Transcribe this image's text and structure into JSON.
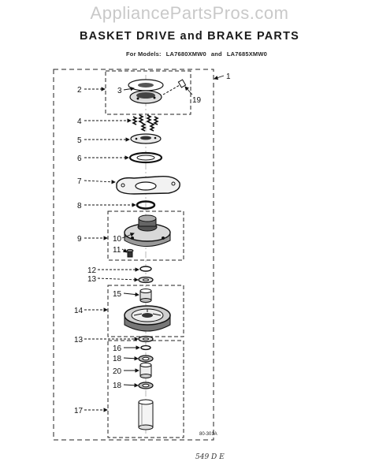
{
  "watermark": "AppliancePartsPros.com",
  "title": "BASKET DRIVE and BRAKE PARTS",
  "subtitle": {
    "prefix": "For Models:",
    "model_a": "LA7680XMW0",
    "joiner": "and",
    "model_b": "LA7685XMW0"
  },
  "callouts": {
    "c1": "1",
    "c2": "2",
    "c3": "3",
    "c4": "4",
    "c5": "5",
    "c6": "6",
    "c7": "7",
    "c8": "8",
    "c9": "9",
    "c10": "10",
    "c11": "11",
    "c12": "12",
    "c13a": "13",
    "c13b": "13",
    "c14": "14",
    "c15": "15",
    "c16": "16",
    "c17": "17",
    "c18a": "18",
    "c18b": "18",
    "c19": "19",
    "c20": "20"
  },
  "drawing_code": "80-301A",
  "handwriting": "549 D E"
}
